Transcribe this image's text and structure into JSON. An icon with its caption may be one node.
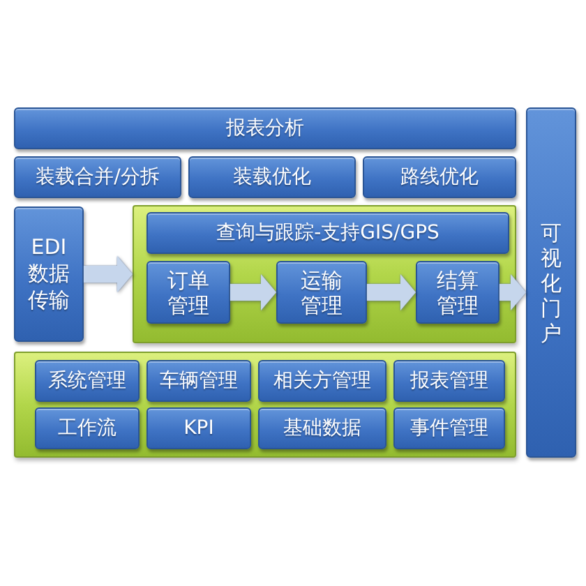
{
  "diagram": {
    "nodes": [
      {
        "text": [
          "报表分析"
        ]
      },
      {
        "text": [
          "装载合并/分拆"
        ]
      },
      {
        "text": [
          "装载优化"
        ]
      },
      {
        "text": [
          "路线优化"
        ]
      },
      {
        "text": [
          "EDI数据传输"
        ]
      },
      {
        "text": [],
        "shape": "box"
      },
      {
        "text": [
          "查询与跟踪-支持GIS/GPS"
        ],
        "in": 5
      },
      {
        "text": [
          "订单管理"
        ],
        "in": 5
      },
      {
        "text": [
          "运输管理"
        ],
        "in": 5
      },
      {
        "text": [
          "结算管理"
        ],
        "in": 5
      },
      {
        "text": [],
        "shape": "box"
      },
      {
        "text": [
          "系统管理"
        ],
        "in": 10
      },
      {
        "text": [
          "车辆管理"
        ],
        "in": 10
      },
      {
        "text": [
          "相关方管理"
        ],
        "in": 10
      },
      {
        "text": [
          "报表管理"
        ],
        "in": 10
      },
      {
        "text": [
          "工作流"
        ],
        "in": 10
      },
      {
        "text": [
          "KPI"
        ],
        "in": 10
      },
      {
        "text": [
          "基础数据"
        ],
        "in": 10
      },
      {
        "text": [
          "事件管理"
        ],
        "in": 10
      },
      {
        "text": [
          "可视化门户"
        ]
      }
    ],
    "edges": [
      {
        "from": 4,
        "to": 5,
        "arrow": "to"
      },
      {
        "from": 7,
        "to": 8,
        "arrow": "to"
      },
      {
        "from": 8,
        "to": 9,
        "arrow": "to"
      },
      {
        "from": 9,
        "to": 19,
        "arrow": "to"
      }
    ]
  }
}
